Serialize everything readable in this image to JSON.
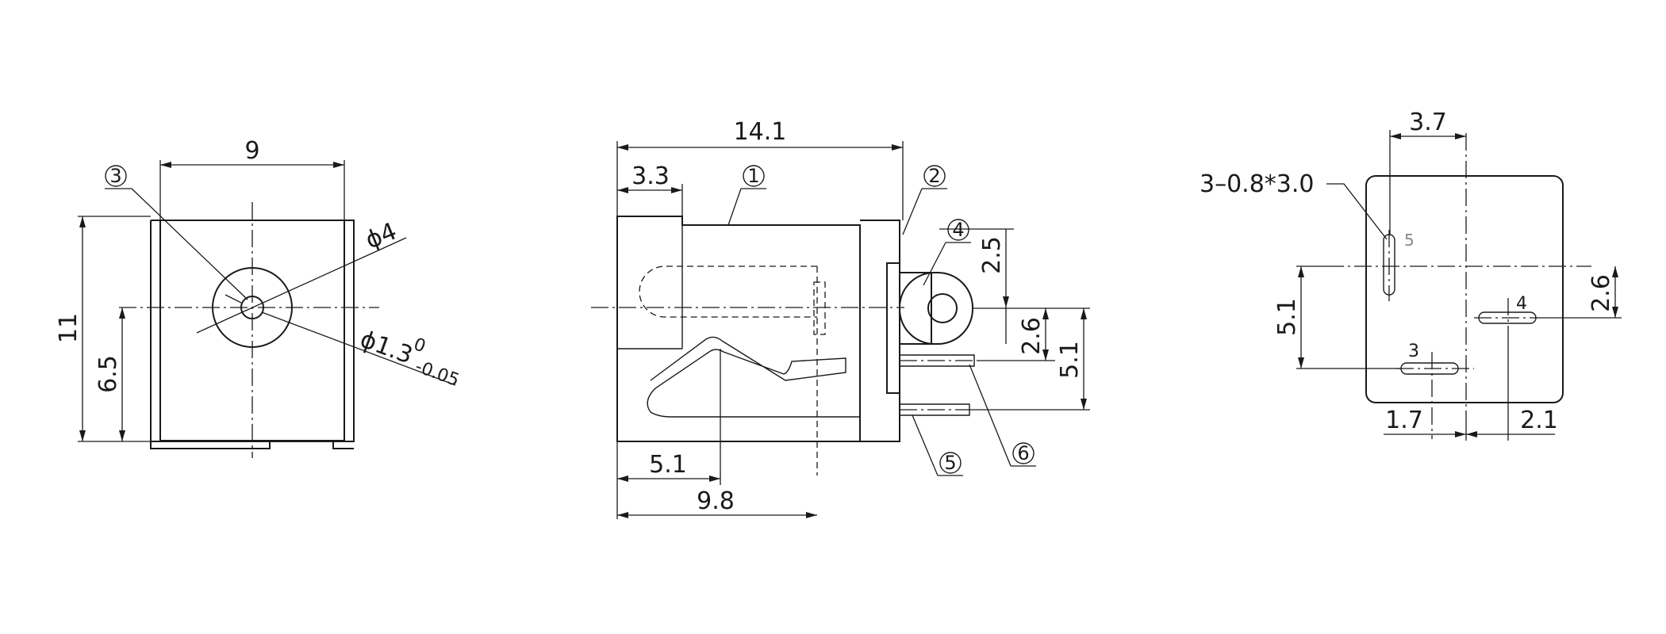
{
  "front_view": {
    "dim_width": "9",
    "dim_height": "11",
    "dim_center_height": "6.5",
    "dim_outer_dia": "ϕ4",
    "dim_pin_dia": "ϕ1.3",
    "dim_pin_tol_upper": "0",
    "dim_pin_tol_lower": "-0.05",
    "callout_3": "3"
  },
  "side_view": {
    "dim_total_length": "14.1",
    "dim_front_step": "3.3",
    "dim_spring_pos": "5.1",
    "dim_body_length": "9.8",
    "dim_tab_height": "2.5",
    "dim_pin6_offset": "2.6",
    "dim_pin5_offset": "5.1",
    "callout_1": "1",
    "callout_2": "2",
    "callout_4": "4",
    "callout_5": "5",
    "callout_6": "6"
  },
  "bottom_view": {
    "dim_top": "3.7",
    "slot_spec": "3–0.8*3.0",
    "dim_slot_height_left": "5.1",
    "dim_slot_height_right": "2.6",
    "dim_bottom_left": "1.7",
    "dim_bottom_right": "2.1",
    "slot_3": "3",
    "slot_4": "4",
    "slot_5": "5"
  },
  "colors": {
    "line": "#1a1a1a",
    "faint_label": "#888888",
    "background": "#ffffff"
  }
}
